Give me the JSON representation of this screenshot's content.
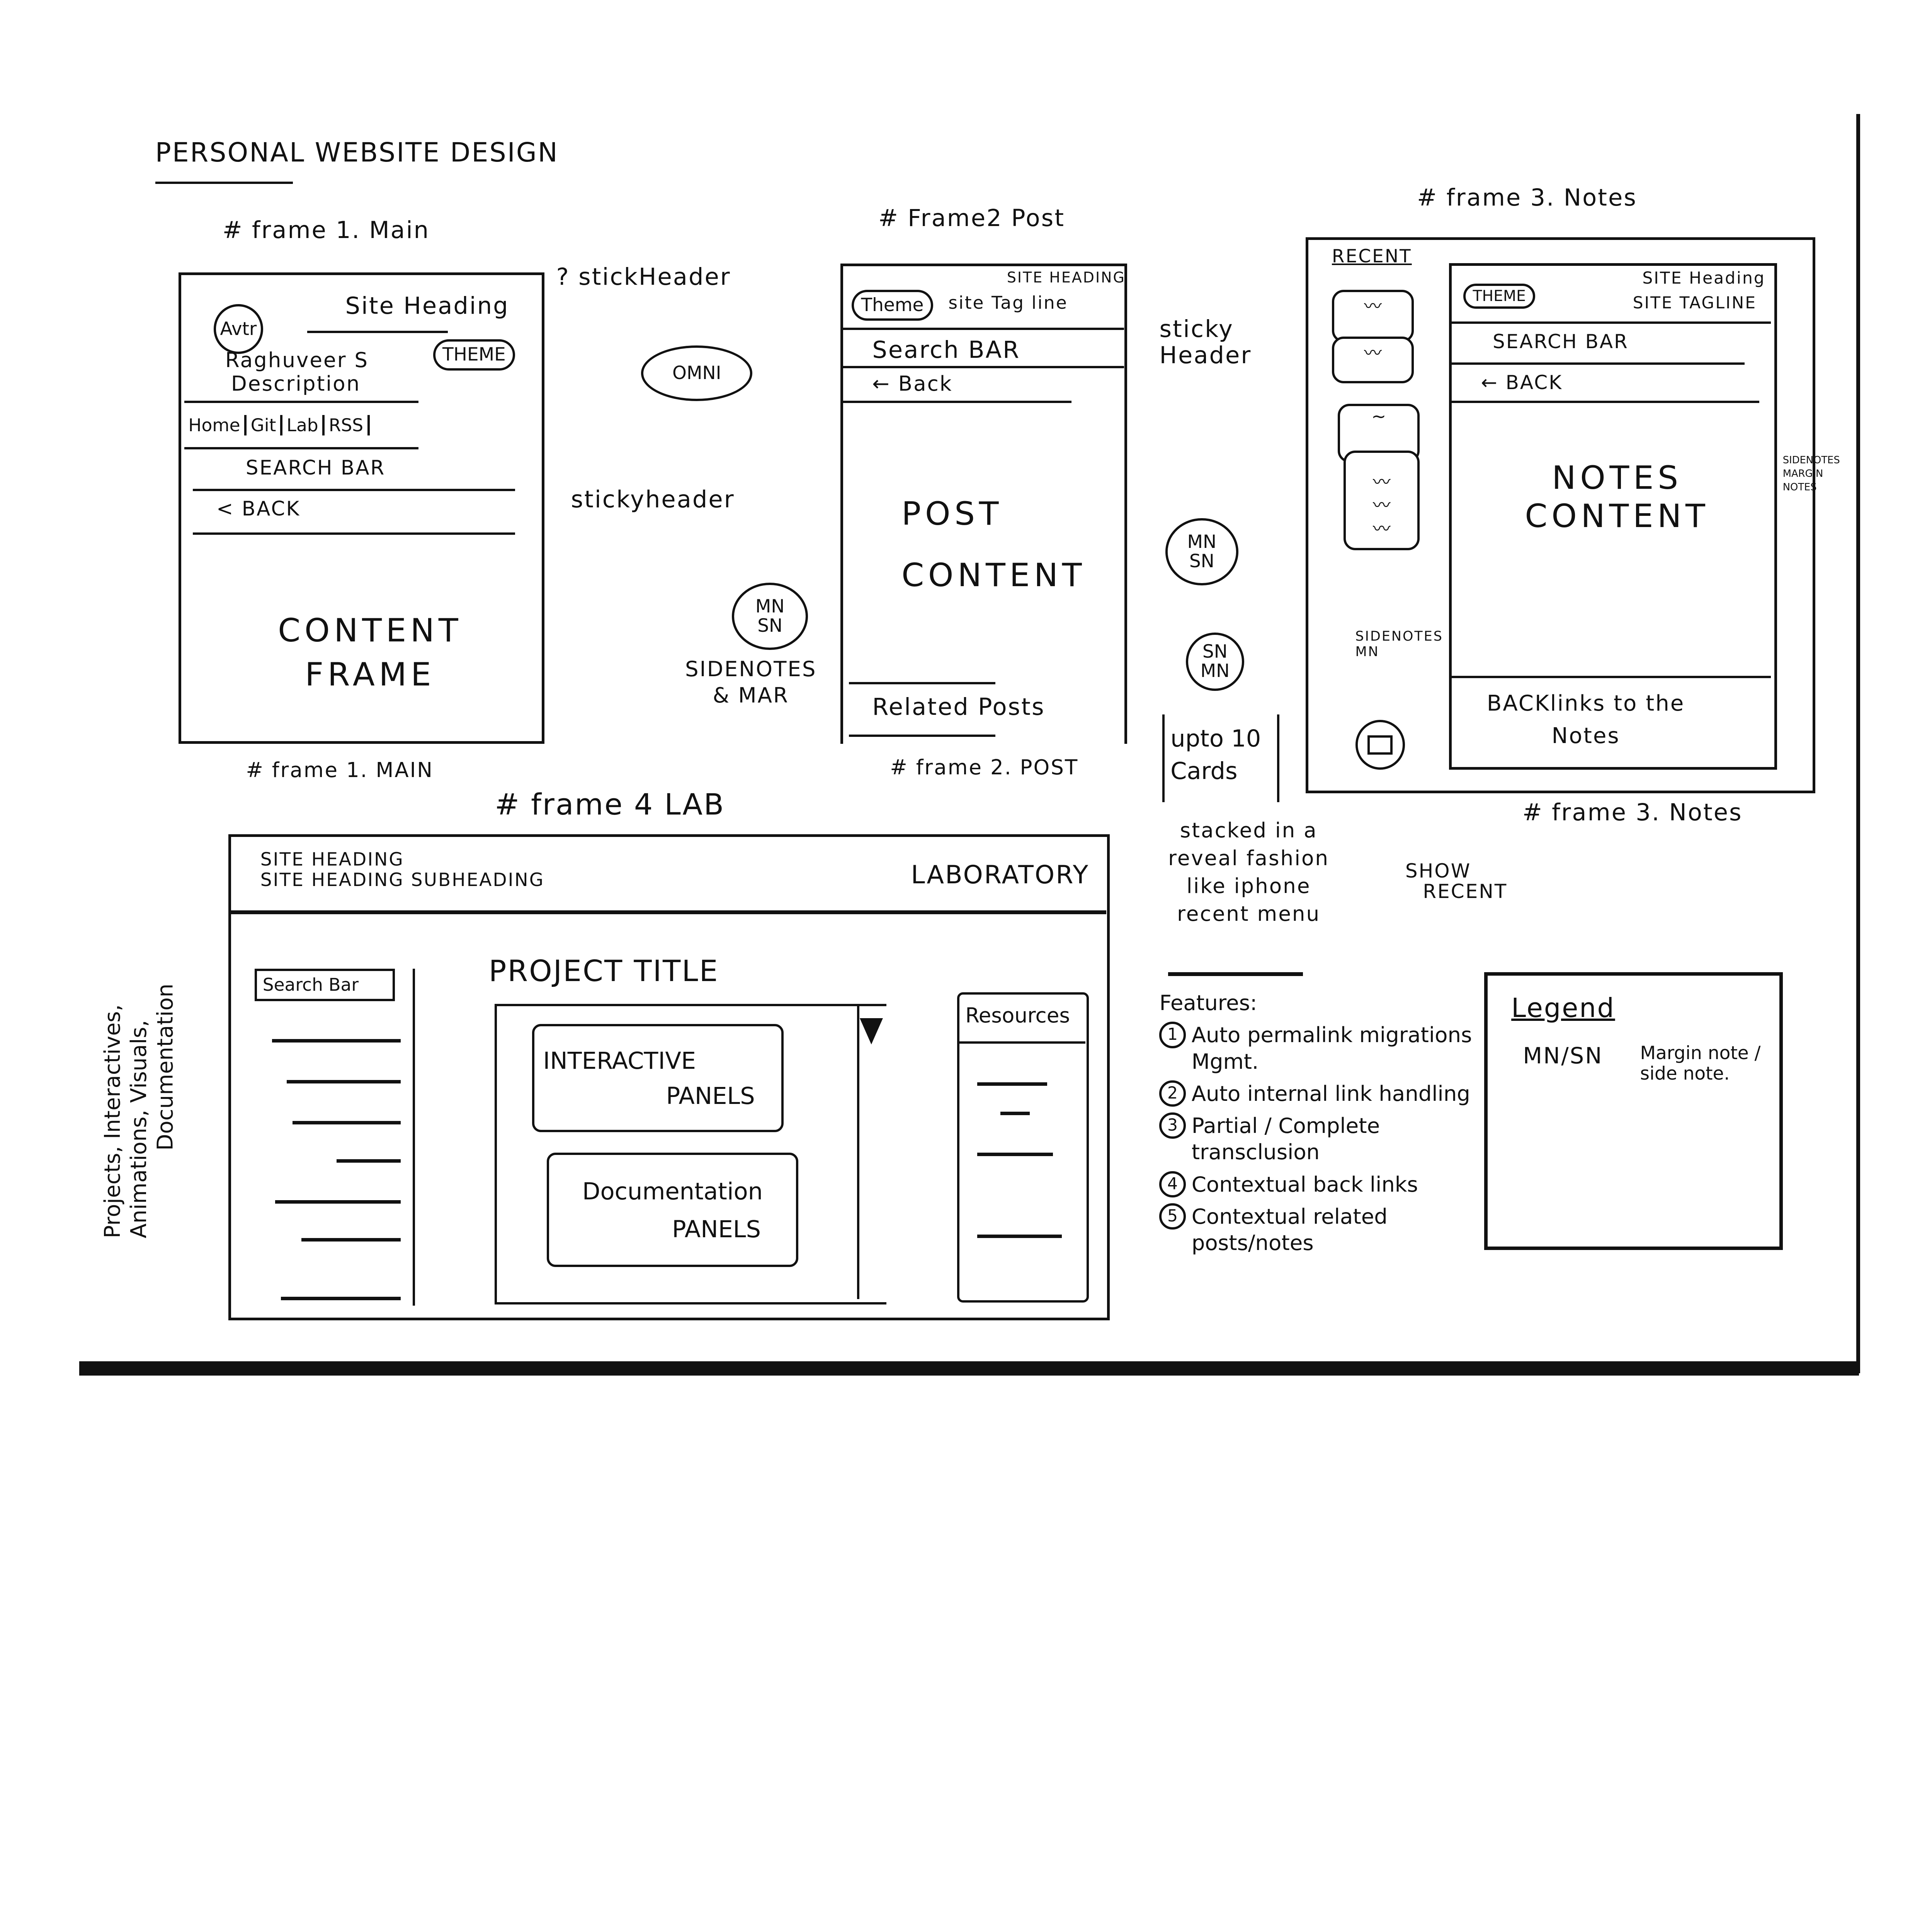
{
  "title": "PERSONAL WEBSITE DESIGN",
  "frame1": {
    "label_top": "# frame 1. Main",
    "label_bottom": "# frame 1. MAIN",
    "site_heading": "Site Heading",
    "avatar": "Avtr",
    "theme": "THEME",
    "name": "Raghuveer S",
    "description": "Description",
    "nav": [
      "Home",
      "Git",
      "Lab",
      "RSS"
    ],
    "search": "SEARCH BAR",
    "back": "< BACK",
    "content": [
      "CONTENT",
      "FRAME"
    ],
    "annotation_sticky_1": "? stickHeader",
    "annotation_sticky_2": "stickyheader"
  },
  "omni": "OMNI",
  "sidenotes": {
    "bubble": [
      "MN",
      "SN"
    ],
    "label": [
      "SIDENOTES",
      "& MAR"
    ]
  },
  "frame2": {
    "label_top": "# Frame2 Post",
    "label_bottom": "# frame 2. POST",
    "site_heading": "SITE HEADING",
    "theme": "Theme",
    "tagline": "site Tag line",
    "search": "Search BAR",
    "back": "← Back",
    "content": [
      "POST",
      "CONTENT"
    ],
    "related": "Related Posts",
    "sticky": [
      "sticky",
      "Header"
    ],
    "bubble1": [
      "MN",
      "SN"
    ],
    "bubble2": [
      "SN",
      "MN"
    ]
  },
  "frame3": {
    "label_top": "# frame 3. Notes",
    "label_bottom": "# frame 3. Notes",
    "recent": "RECENT",
    "site_heading": "SITE Heading",
    "theme": "THEME",
    "tagline": "SITE TAGLINE",
    "search": "SEARCH BAR",
    "back": "← BACK",
    "content": [
      "NOTES",
      "CONTENT"
    ],
    "backlinks": [
      "BACKlinks to the",
      "Notes"
    ],
    "side_annotation": [
      "SIDENOTES",
      "MARGIN",
      "NOTES"
    ],
    "left_annotation": [
      "SIDENOTES",
      "MN"
    ],
    "show_recent": [
      "SHOW",
      "RECENT"
    ],
    "cards_note": [
      "upto 10",
      "Cards"
    ],
    "stacked_note": [
      "stacked in a",
      "reveal fashion",
      "like iphone",
      "recent menu"
    ]
  },
  "frame4": {
    "label": "# frame 4 LAB",
    "site_heading": "SITE HEADING",
    "subheading": "SITE HEADING SUBHEADING",
    "laboratory": "LABORATORY",
    "search": "Search Bar",
    "project_title": "PROJECT TITLE",
    "interactive": [
      "INTERACTIVE",
      "PANELS"
    ],
    "documentation": [
      "Documentation",
      "PANELS"
    ],
    "resources": "Resources",
    "side_note": [
      "Projects, Interactives,",
      "Animations, Visuals,",
      "Documentation"
    ]
  },
  "features": {
    "heading": "Features:",
    "items": [
      {
        "num": "1",
        "text": "Auto permalink migrations Mgmt."
      },
      {
        "num": "2",
        "text": "Auto internal link handling"
      },
      {
        "num": "3",
        "text": "Partial / Complete transclusion"
      },
      {
        "num": "4",
        "text": "Contextual back links"
      },
      {
        "num": "5",
        "text": "Contextual related posts/notes"
      }
    ]
  },
  "legend": {
    "heading": "Legend",
    "entry_key": "MN/SN",
    "entry_value": "Margin note / side note."
  }
}
